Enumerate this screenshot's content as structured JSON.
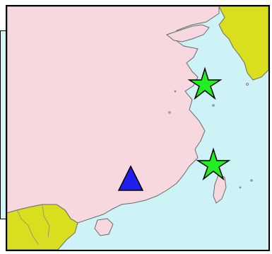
{
  "map": {
    "colors": {
      "sea": "#cdf3f6",
      "mainland": "#f7d8de",
      "neighbor_land": "#d9de1e",
      "coast_stroke": "#6a6a6a",
      "border_stroke": "#8a8a8a",
      "star_fill": "#22ee22",
      "triangle_fill": "#1e1ef0"
    },
    "markers": [
      {
        "name": "star-marker-east",
        "shape": "star",
        "icon": "star-icon"
      },
      {
        "name": "star-marker-southeast",
        "shape": "star",
        "icon": "star-icon"
      },
      {
        "name": "triangle-marker",
        "shape": "triangle",
        "icon": "triangle-icon"
      }
    ]
  }
}
